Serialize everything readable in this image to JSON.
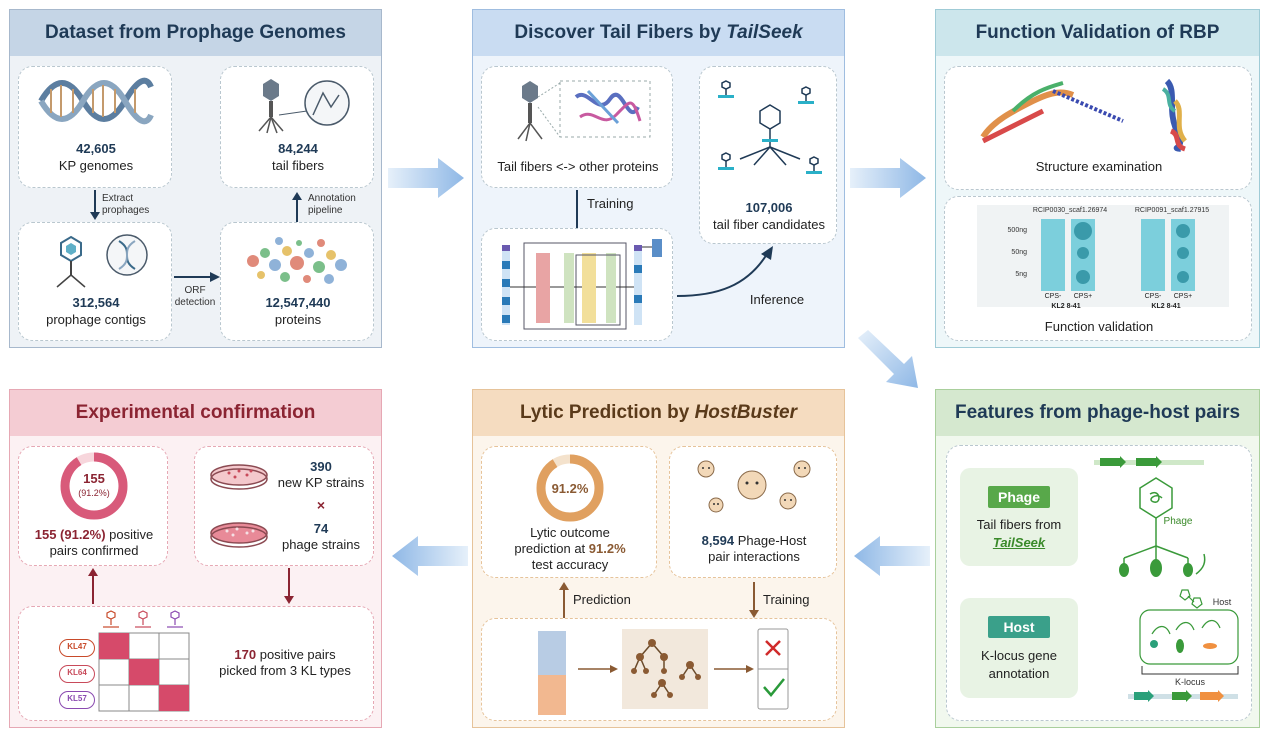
{
  "panels": {
    "dataset": {
      "title": "Dataset from Prophage Genomes",
      "kp_num": "42,605",
      "kp_label": "KP genomes",
      "tail_num": "84,244",
      "tail_label": "tail fibers",
      "prophage_num": "312,564",
      "prophage_label": "prophage contigs",
      "protein_num": "12,547,440",
      "protein_label": "proteins",
      "extract_1": "Extract",
      "extract_2": "prophages",
      "annot_1": "Annotation",
      "annot_2": "pipeline",
      "orf_1": "ORF",
      "orf_2": "detection"
    },
    "discover": {
      "title_prefix": "Discover Tail Fibers by ",
      "title_tool": "TailSeek",
      "tail_vs_other": "Tail fibers <-> other proteins",
      "training": "Training",
      "candidates_num": "107,006",
      "candidates_label": "tail fiber candidates",
      "inference": "Inference"
    },
    "rbp": {
      "title": "Function Validation of RBP",
      "structure": "Structure examination",
      "func": "Function validation",
      "sample1": "RCIP0030_scaf1.26974",
      "sample2": "RCIP0091_scaf1.27915",
      "conc": [
        "500ng",
        "50ng",
        "5ng"
      ],
      "cps_minus": "CPS-",
      "cps_plus": "CPS+",
      "kl": "KL2 8-41"
    },
    "features": {
      "title": "Features from phage-host pairs",
      "phage_pill": "Phage",
      "phage_text_1": "Tail fibers from",
      "phage_text_2": "TailSeek",
      "host_pill": "Host",
      "host_text_1": "K-locus gene",
      "host_text_2": "annotation",
      "phage_tag": "Phage",
      "host_tag": "Host",
      "klocus_tag": "K-locus"
    },
    "lytic": {
      "title_prefix": "Lytic Prediction by ",
      "title_tool": "HostBuster",
      "donut_label": "91.2%",
      "desc_1": "Lytic outcome",
      "desc_2a": "prediction at ",
      "desc_2b": "91.2%",
      "desc_3": "test accuracy",
      "pairs_num": "8,594",
      "pairs_1": " Phage-Host",
      "pairs_2": "pair interactions",
      "prediction": "Prediction",
      "training": "Training"
    },
    "experimental": {
      "title": "Experimental confirmation",
      "donut_num": "155",
      "donut_pct": "(91.2%)",
      "confirmed_bold": "155 (91.2%)",
      "confirmed_1": " positive",
      "confirmed_2": "pairs confirmed",
      "kp_num": "390",
      "kp_label": "new KP strains",
      "times": "×",
      "phage_num": "74",
      "phage_label": "phage strains",
      "picked_num": "170",
      "picked_1": " positive pairs",
      "picked_2": "picked from 3 KL types",
      "kl_types": [
        "KL47",
        "KL64",
        "KL57"
      ]
    }
  },
  "colors": {
    "blue_header": "#c5d5e6",
    "blue2_header": "#c9dcf2",
    "teal_header": "#cce6ec",
    "green_header": "#d5e8cf",
    "orange_header": "#f5dcc0",
    "pink_header": "#f4ccd3",
    "dark_navy": "#1f3a56",
    "maroon": "#8b2432",
    "brown": "#8a5a33",
    "green": "#3a9a3a"
  },
  "chart_data": {
    "type": "pie",
    "series": [
      {
        "values": [
          91.2,
          8.8
        ]
      },
      {
        "values": [
          91.2,
          8.8
        ]
      }
    ]
  }
}
